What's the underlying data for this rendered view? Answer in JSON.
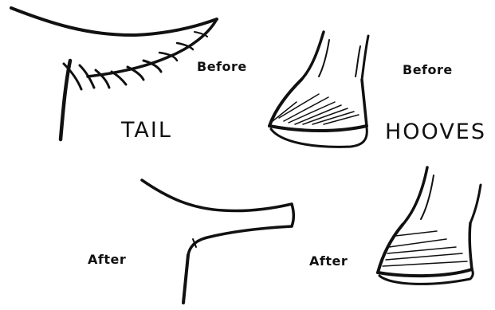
{
  "labels": {
    "tail_before": "Before",
    "tail_title": "TAIL",
    "tail_after": "After",
    "hooves_before": "Before",
    "hooves_title": "HOOVES",
    "hooves_after": "After"
  },
  "colors": {
    "ink": "#111111",
    "background": "#ffffff"
  }
}
